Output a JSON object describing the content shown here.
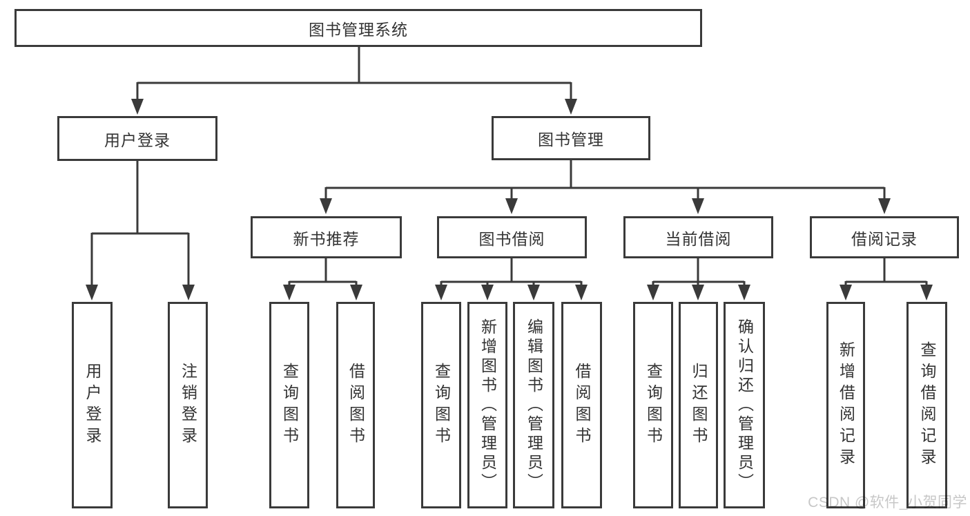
{
  "title": "图书管理系统",
  "watermark": "CSDN @软件_小贺同学",
  "colors": {
    "line": "#3a3a3a",
    "box_border": "#3a3a3a",
    "text": "#333333",
    "watermark": "#c7c7c7",
    "background": "#ffffff"
  },
  "tree": {
    "root": {
      "label": "图书管理系统"
    },
    "branches": [
      {
        "label": "用户登录",
        "children": [
          {
            "label": "用户登录"
          },
          {
            "label": "注销登录"
          }
        ]
      },
      {
        "label": "图书管理",
        "children": [
          {
            "label": "新书推荐",
            "children": [
              {
                "label": "查询图书"
              },
              {
                "label": "借阅图书"
              }
            ]
          },
          {
            "label": "图书借阅",
            "children": [
              {
                "label": "查询图书"
              },
              {
                "label": "新增图书（管理员）"
              },
              {
                "label": "编辑图书（管理员）"
              },
              {
                "label": "借阅图书"
              }
            ]
          },
          {
            "label": "当前借阅",
            "children": [
              {
                "label": "查询图书"
              },
              {
                "label": "归还图书"
              },
              {
                "label": "确认归还（管理员）"
              }
            ]
          },
          {
            "label": "借阅记录",
            "children": [
              {
                "label": "新增借阅记录"
              },
              {
                "label": "查询借阅记录"
              }
            ]
          }
        ]
      }
    ]
  }
}
